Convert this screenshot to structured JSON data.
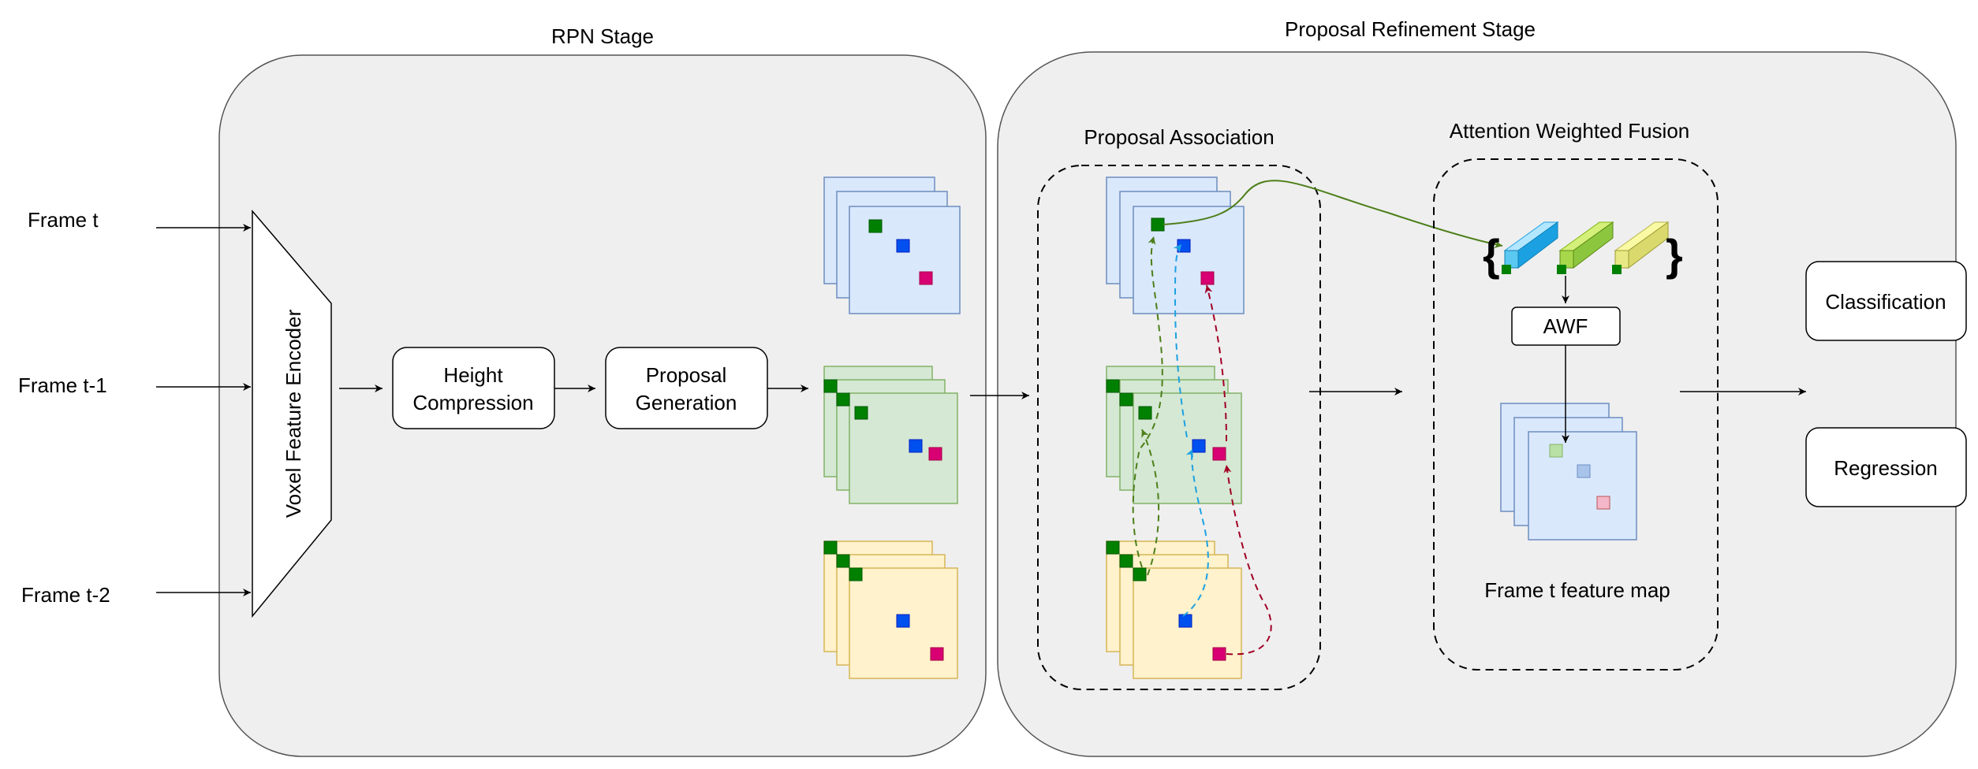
{
  "inputs": {
    "frame_t": "Frame t",
    "frame_t1": "Frame t-1",
    "frame_t2": "Frame t-2"
  },
  "stages": {
    "rpn": "RPN Stage",
    "refine": "Proposal Refinement Stage"
  },
  "encoder": "Voxel Feature Encoder",
  "blocks": {
    "height": [
      "Height",
      "Compression"
    ],
    "proposal": [
      "Proposal",
      "Generation"
    ],
    "awf": "AWF"
  },
  "sub_groups": {
    "association": "Proposal Association",
    "fusion": "Attention Weighted Fusion"
  },
  "feature_map_caption": "Frame t feature map",
  "outputs": {
    "classification": "Classification",
    "regression": "Regression"
  },
  "colors": {
    "stage_fill": "#efefef",
    "blue_map": "#dae8fc",
    "blue_map_stroke": "#6c8ebf",
    "green_map": "#d5e8d4",
    "green_map_stroke": "#82b366",
    "yellow_map": "#fff2cc",
    "yellow_map_stroke": "#d6b656",
    "marker_green": "#008000",
    "marker_blue": "#0050ef",
    "marker_pink": "#d80073",
    "arrow_green": "#4d7f1a",
    "arrow_blue": "#1ba1e2",
    "arrow_red": "#a20025"
  },
  "icons": [
    "bracket-left-icon",
    "cyan-cuboid-icon",
    "green-cuboid-icon",
    "yellow-cuboid-icon",
    "bracket-right-icon"
  ]
}
